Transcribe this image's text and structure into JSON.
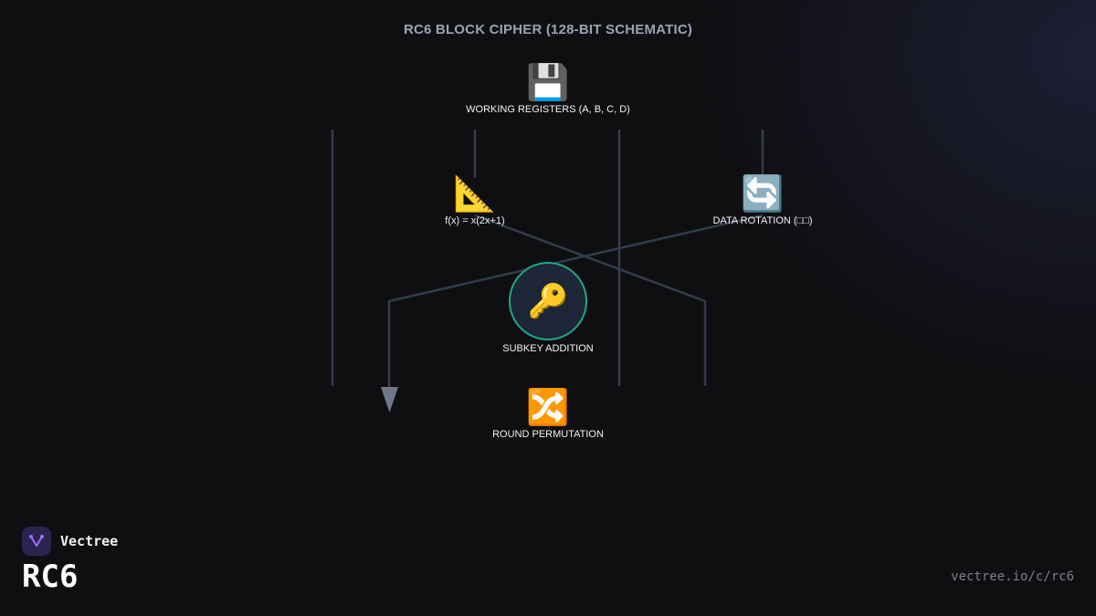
{
  "title": "RC6 BLOCK CIPHER (128-BIT SCHEMATIC)",
  "nodes": {
    "registers": {
      "icon": "floppy-disk-icon",
      "glyph": "💾",
      "label": "WORKING REGISTERS (A, B, C, D)"
    },
    "function": {
      "icon": "triangular-ruler-icon",
      "glyph": "📐",
      "label": "f(x) = x(2x+1)"
    },
    "rotation": {
      "icon": "rotate-arrows-icon",
      "glyph": "🔄",
      "label": "DATA ROTATION (□□)"
    },
    "subkey": {
      "icon": "key-icon",
      "glyph": "🔑",
      "label": "SUBKEY ADDITION"
    },
    "permutation": {
      "icon": "shuffle-icon",
      "glyph": "🔀",
      "label": "ROUND PERMUTATION"
    }
  },
  "colors": {
    "line": "#323c4c",
    "arrow": "#6e7889",
    "hub_fill": "#1c2636",
    "hub_border": "#1fa884",
    "logo_bg": "#2a2450",
    "logo_mark": "#a46bf0"
  },
  "footer": {
    "brand": "Vectree",
    "page": "RC6",
    "url": "vectree.io/c/rc6"
  }
}
